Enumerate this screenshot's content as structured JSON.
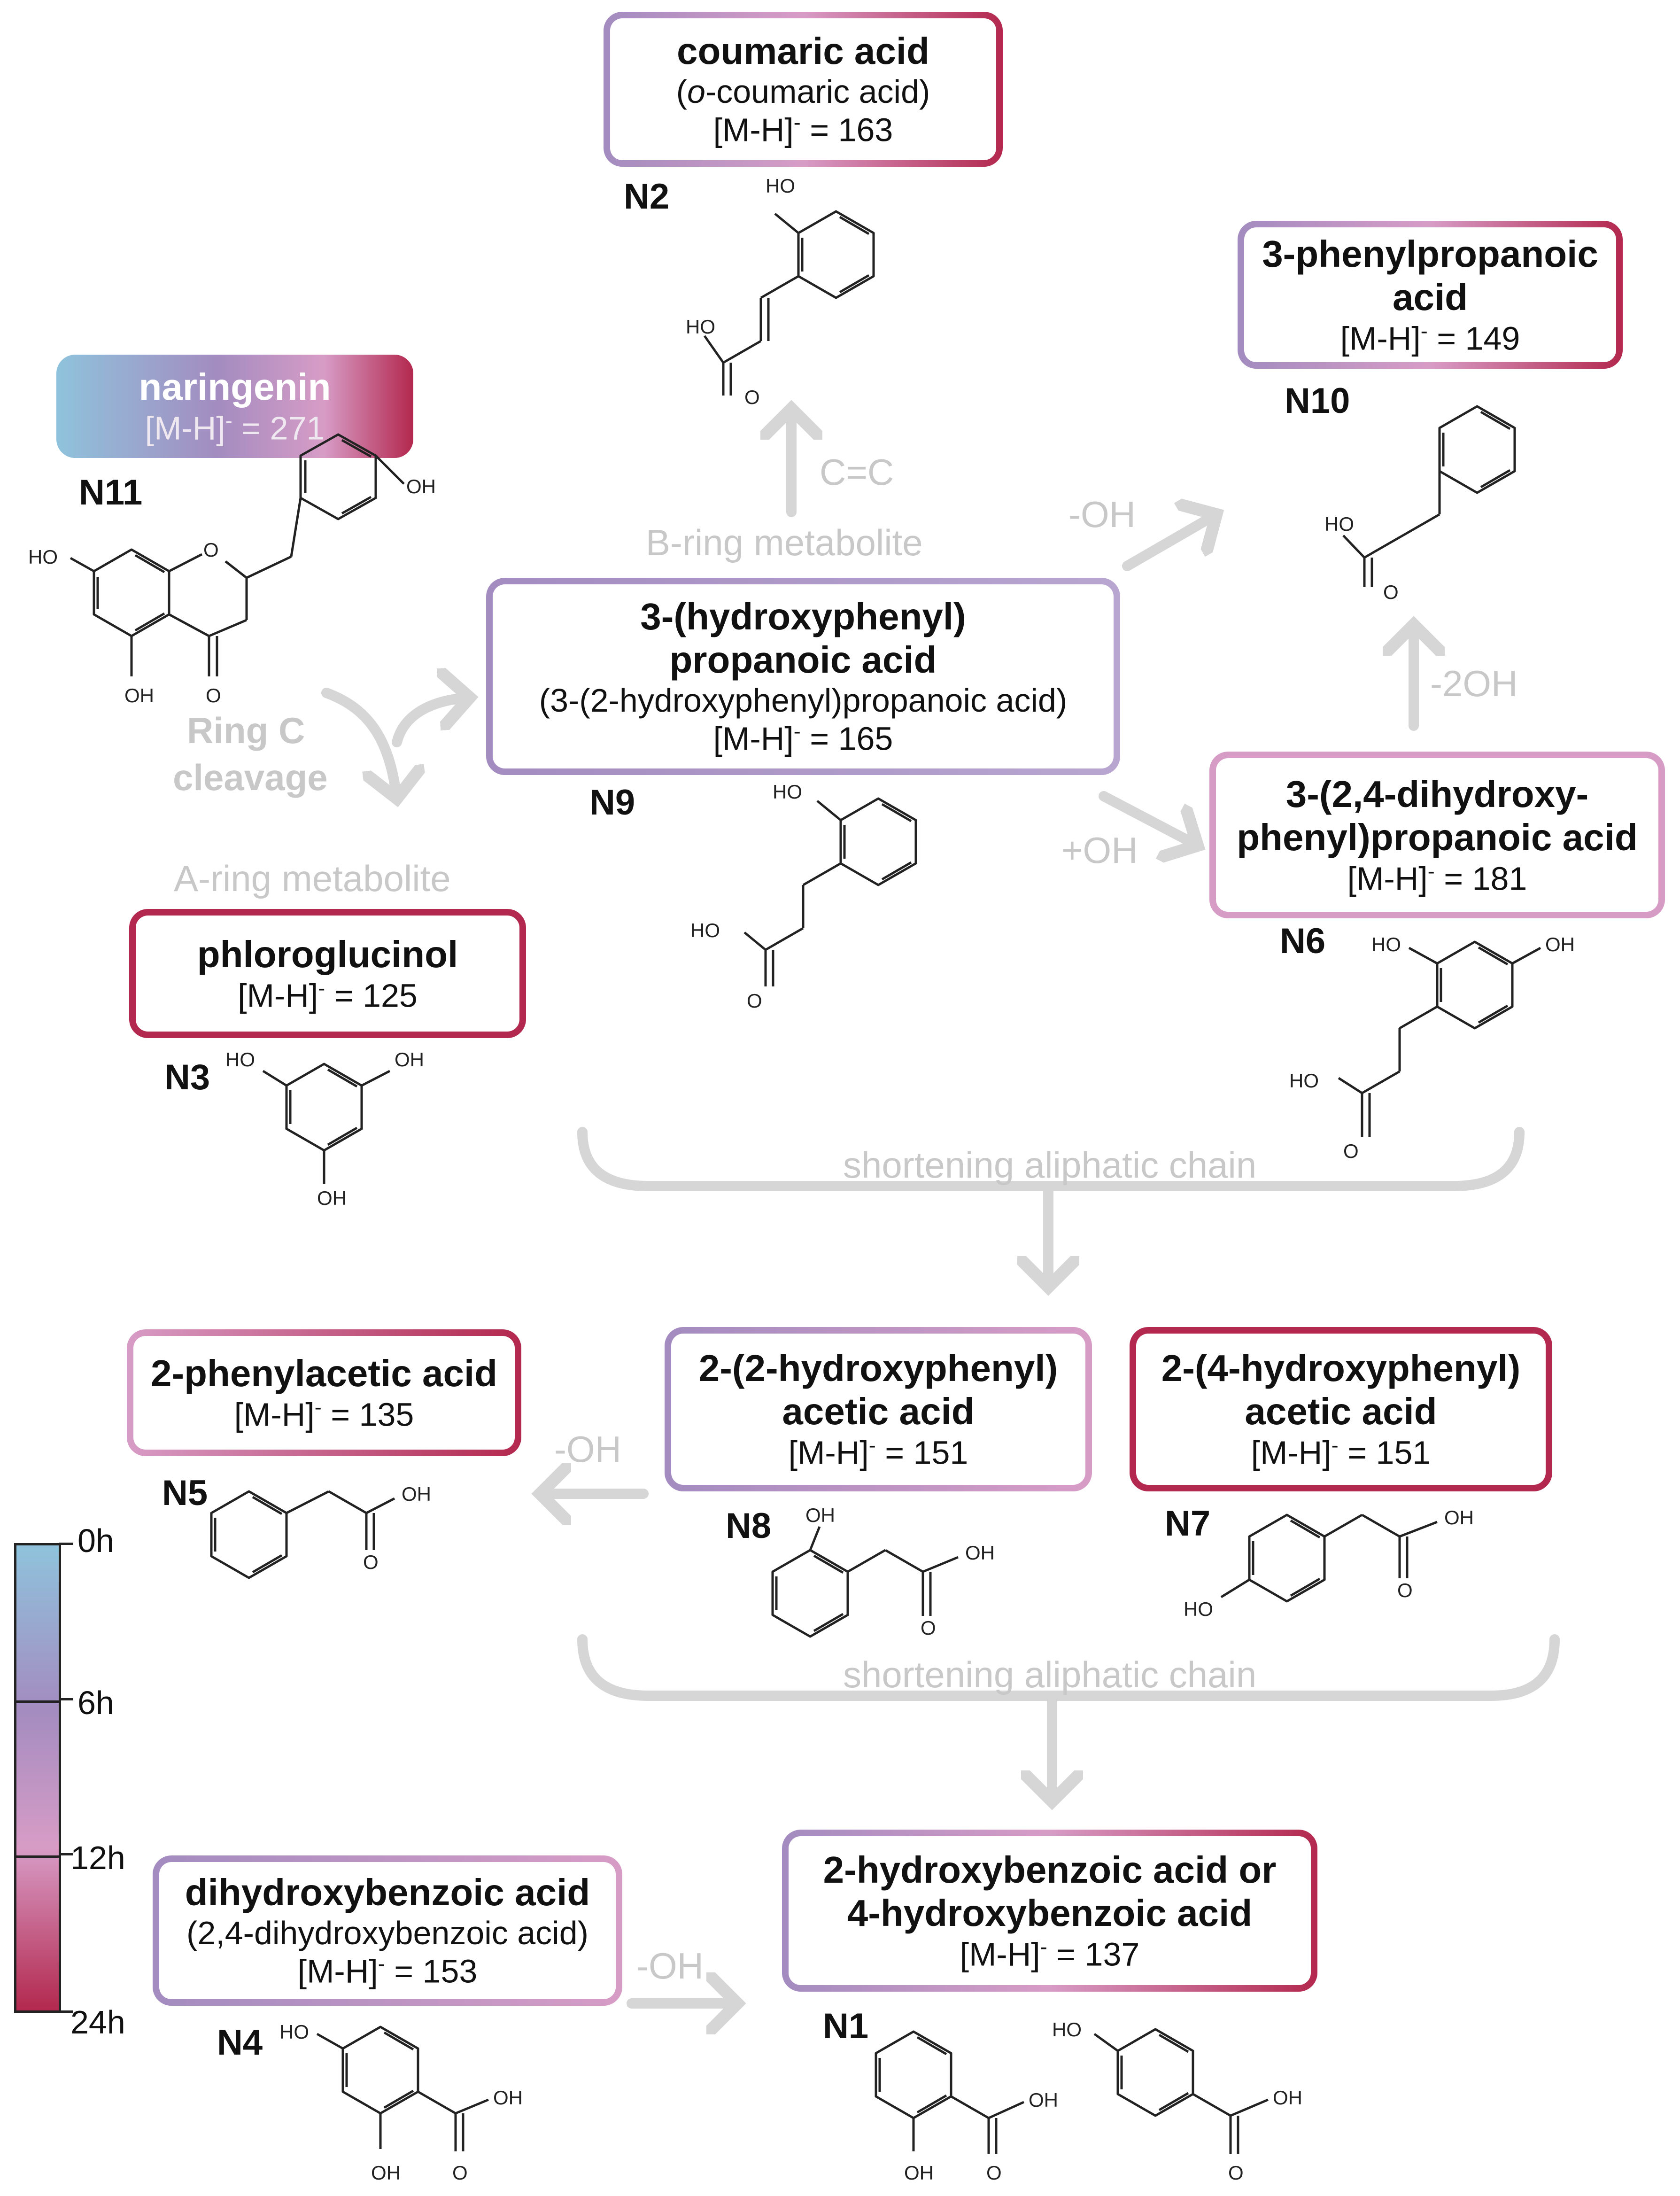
{
  "nodes": {
    "n11": {
      "id": "N11",
      "title": "naringenin",
      "mass": "[M-H]",
      "mass_val": " = 271"
    },
    "n2": {
      "id": "N2",
      "title": "coumaric acid",
      "subtitle_pre": "(",
      "subtitle_em": "o",
      "subtitle_post": "-coumaric acid)",
      "mass": "[M-H]",
      "mass_val": " = 163"
    },
    "n10": {
      "id": "N10",
      "title_l1": "3-phenylpropanoic",
      "title_l2": "acid",
      "mass": "[M-H]",
      "mass_val": " = 149"
    },
    "n9": {
      "id": "N9",
      "title_l1": "3-(hydroxyphenyl)",
      "title_l2": "propanoic acid",
      "subtitle": "(3-(2-hydroxyphenyl)propanoic acid)",
      "mass": "[M-H]",
      "mass_val": " = 165"
    },
    "n6": {
      "id": "N6",
      "title_l1": "3-(2,4-dihydroxy-",
      "title_l2": "phenyl)propanoic acid",
      "mass": "[M-H]",
      "mass_val": " = 181"
    },
    "n3": {
      "id": "N3",
      "title": "phloroglucinol",
      "mass": "[M-H]",
      "mass_val": " = 125"
    },
    "n5": {
      "id": "N5",
      "title": "2-phenylacetic acid",
      "mass": "[M-H]",
      "mass_val": " = 135"
    },
    "n8": {
      "id": "N8",
      "title_l1": "2-(2-hydroxyphenyl)",
      "title_l2": "acetic acid",
      "mass": "[M-H]",
      "mass_val": " = 151"
    },
    "n7": {
      "id": "N7",
      "title_l1": "2-(4-hydroxyphenyl)",
      "title_l2": "acetic acid",
      "mass": "[M-H]",
      "mass_val": " = 151"
    },
    "n4": {
      "id": "N4",
      "title": "dihydroxybenzoic acid",
      "subtitle": "(2,4-dihydroxybenzoic acid)",
      "mass": "[M-H]",
      "mass_val": " = 153"
    },
    "n1": {
      "id": "N1",
      "title_l1": "2-hydroxybenzoic acid or",
      "title_l2": "4-hydroxybenzoic acid",
      "mass": "[M-H]",
      "mass_val": " = 137"
    }
  },
  "mass_sup": "-",
  "labels": {
    "c_eq_c": "C=C",
    "b_ring": "B-ring metabolite",
    "minus_oh_n10": "-OH",
    "minus_2oh": "-2OH",
    "plus_oh": "+OH",
    "ring_c_1": "Ring C",
    "ring_c_2": "cleavage",
    "a_ring": "A-ring metabolite",
    "shorten_1": "shortening aliphatic chain",
    "shorten_2": "shortening aliphatic chain",
    "minus_oh_n5": "-OH",
    "minus_oh_n1": "-OH"
  },
  "chem": {
    "oh": "OH",
    "ho": "HO",
    "o": "O"
  },
  "legend": {
    "ticks": [
      "0h",
      "6h",
      "12h",
      "24h"
    ]
  },
  "colors": {
    "blue": "#8fc3dc",
    "purple": "#a38cc0",
    "pink": "#d79cc6",
    "crimson": "#b3284e",
    "arrow": "#d6d6d6"
  }
}
